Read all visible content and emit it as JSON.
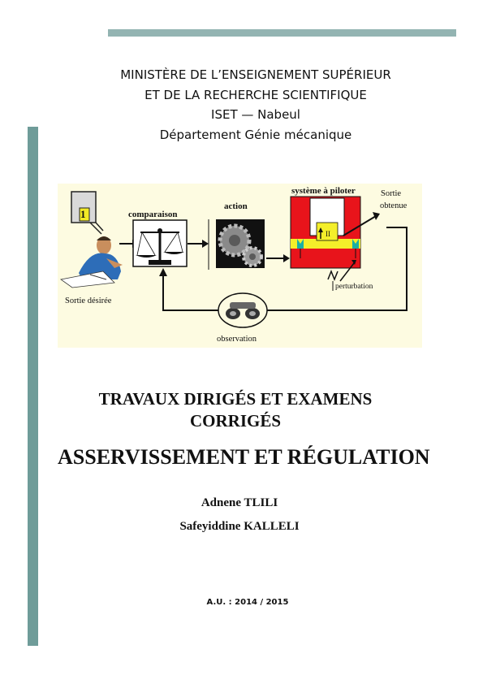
{
  "header": {
    "line1": "MINISTÈRE DE L’ENSEIGNEMENT SUPÉRIEUR",
    "line2": "ET DE LA RECHERCHE SCIENTIFIQUE",
    "line3": "ISET — Nabeul",
    "line4": "Département Génie mécanique"
  },
  "diagram": {
    "labels": {
      "comparison": "comparaison",
      "action": "action",
      "system": "système à piloter",
      "output": "Sortie obtenue",
      "output_line1": "Sortie",
      "output_line2": "obtenue",
      "disturbance": "perturbation",
      "observation": "observation",
      "desired": "Sortie désirée",
      "sign_number": "1",
      "valve_symbol": "II"
    }
  },
  "title": {
    "line1": "TRAVAUX DIRIGÉS ET EXAMENS",
    "line2": "CORRIGÉS",
    "subject": "ASSERVISSEMENT ET RÉGULATION"
  },
  "authors": [
    "Adnene TLILI",
    "Safeyiddine KALLELI"
  ],
  "academic_year": "A.U. : 2014 / 2015",
  "colors": {
    "bar_top": "#93b4b2",
    "bar_side": "#6f9c99",
    "diagram_bg": "#fdfbe1",
    "system_red": "#e8141b",
    "system_yellow": "#f4ef2a"
  }
}
